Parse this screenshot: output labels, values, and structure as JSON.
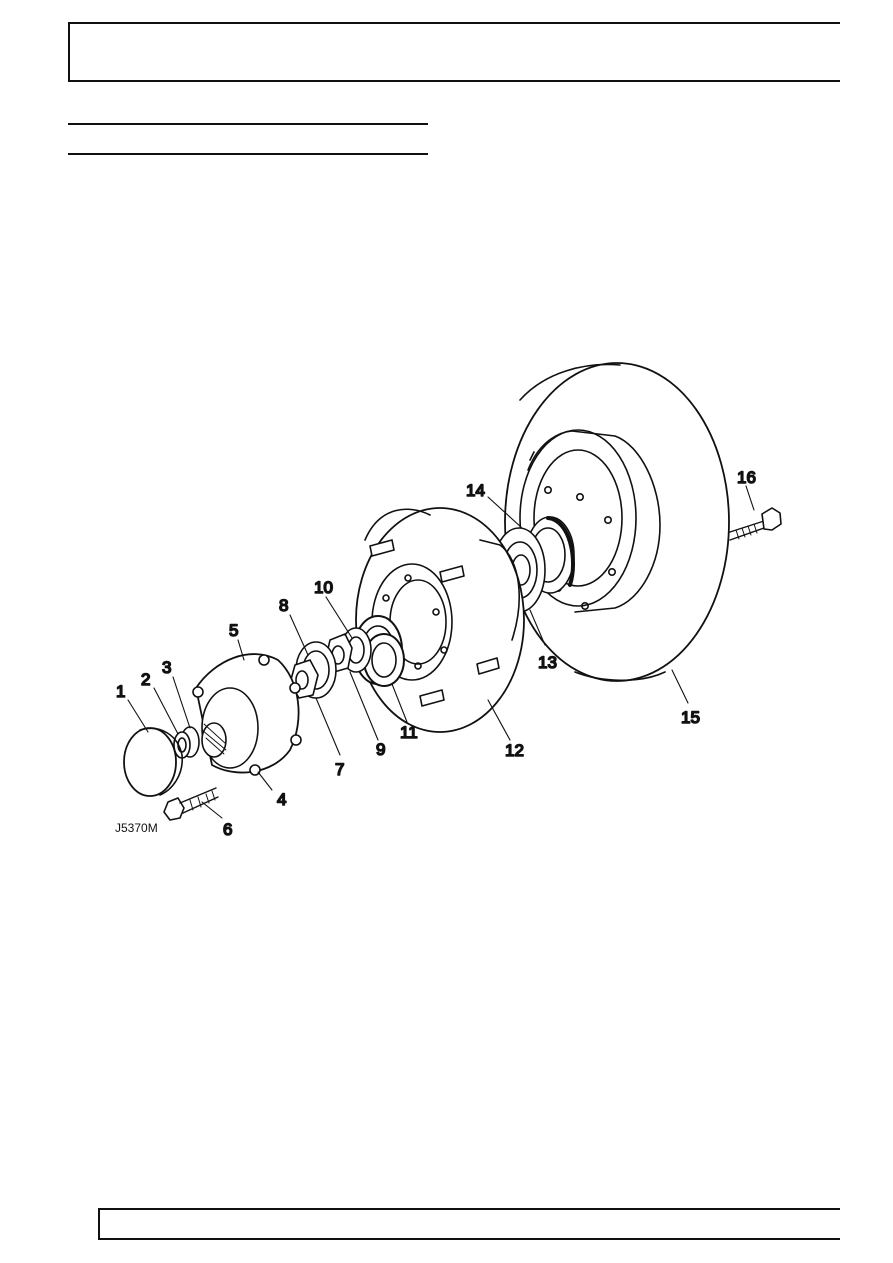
{
  "figure": {
    "reference": "J5370M",
    "callouts": [
      "1",
      "2",
      "3",
      "4",
      "5",
      "6",
      "7",
      "8",
      "9",
      "10",
      "11",
      "12",
      "13",
      "14",
      "15",
      "16"
    ]
  }
}
